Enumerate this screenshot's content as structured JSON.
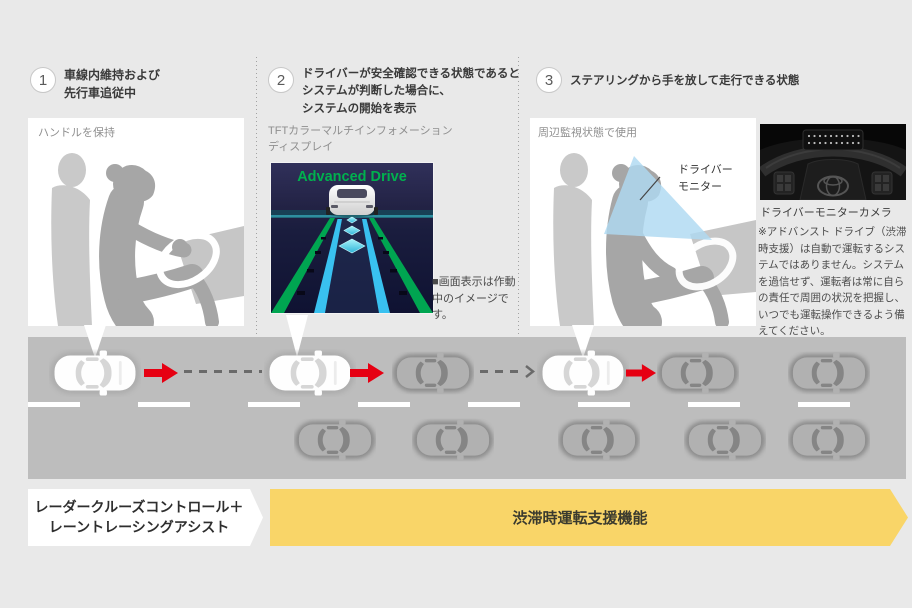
{
  "steps": [
    {
      "number": "1",
      "title_lines": [
        "車線内維持および",
        "先行車追従中"
      ]
    },
    {
      "number": "2",
      "title_lines": [
        "ドライバーが安全確認できる状態であると",
        "システムが判断した場合に、",
        "システムの開始を表示"
      ]
    },
    {
      "number": "3",
      "title_lines": [
        "ステアリングから手を放して走行できる状態"
      ]
    }
  ],
  "panel1": {
    "label": "ハンドルを保持"
  },
  "panel2": {
    "label_lines": [
      "TFTカラーマルチインフォメーション",
      "ディスプレイ"
    ],
    "display_title": "Advanced Drive",
    "note": "■画面表示は作動中のイメージです。"
  },
  "panel3": {
    "label": "周辺監視状態で使用",
    "monitor_label_lines": [
      "ドライバー",
      "モニター"
    ]
  },
  "sidebar": {
    "photo_caption": "ドライバーモニターカメラ",
    "disclaimer": "※アドバンスト ドライブ（渋滞時支援）は自動で運転するシステムではありません。システムを過信せず、運転者は常に自らの責任で周囲の状況を把握し、いつでも運転操作できるよう備えてください。"
  },
  "footer": {
    "left_label_lines": [
      "レーダークルーズコントロール＋",
      "レーントレーシングアシスト"
    ],
    "banner_label": "渋滞時運転支援機能"
  },
  "colors": {
    "accent_red": "#e60012",
    "banner_yellow": "#f9d568",
    "display_green": "#00b14e",
    "cone_blue": "#aed9f2",
    "road_gray": "#bdbdbd",
    "background": "#e9e9e9"
  }
}
